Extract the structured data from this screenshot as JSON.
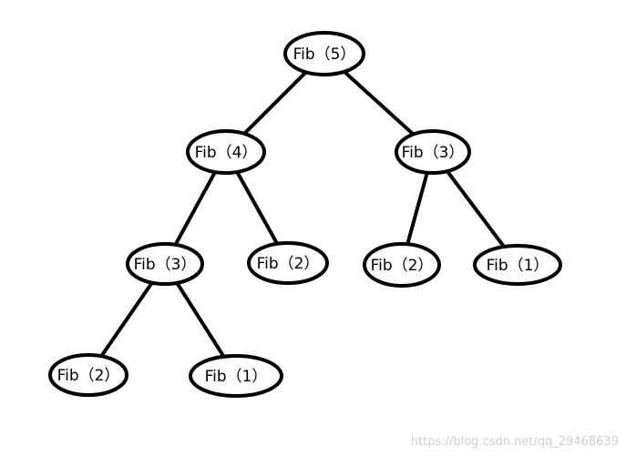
{
  "diagram": {
    "nodes": [
      {
        "id": "n1",
        "label": "Fib（5）"
      },
      {
        "id": "n2",
        "label": "Fib（4）"
      },
      {
        "id": "n3",
        "label": "Fib（3）"
      },
      {
        "id": "n4",
        "label": "Fib（3）"
      },
      {
        "id": "n5",
        "label": "Fib（2）"
      },
      {
        "id": "n6",
        "label": "Fib（2）"
      },
      {
        "id": "n7",
        "label": "Fib（1）"
      },
      {
        "id": "n8",
        "label": "Fib（2）"
      },
      {
        "id": "n9",
        "label": "Fib（1）"
      }
    ],
    "edges": [
      {
        "from": "n1",
        "to": "n2"
      },
      {
        "from": "n1",
        "to": "n3"
      },
      {
        "from": "n2",
        "to": "n4"
      },
      {
        "from": "n2",
        "to": "n5"
      },
      {
        "from": "n3",
        "to": "n6"
      },
      {
        "from": "n3",
        "to": "n7"
      },
      {
        "from": "n4",
        "to": "n8"
      },
      {
        "from": "n4",
        "to": "n9"
      }
    ]
  },
  "watermark": "https://blog.csdn.net/qq_29468639"
}
